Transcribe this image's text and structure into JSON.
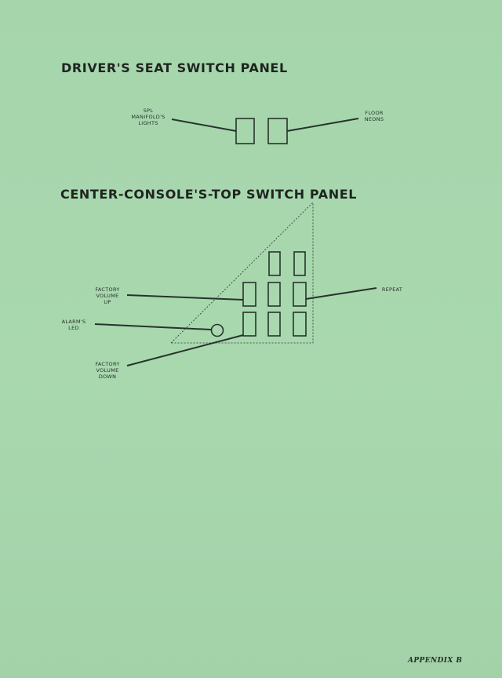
{
  "page": {
    "background": "#a7d6ad",
    "ink": "#1f2a24"
  },
  "section1": {
    "title": "DRIVER'S SEAT SWITCH PANEL",
    "labels": {
      "spl_lights": [
        "SPL",
        "MANIFOLD'S",
        "LIGHTS"
      ],
      "floor_neons": [
        "FLOOR",
        "NEONS"
      ]
    }
  },
  "section2": {
    "title": "CENTER-CONSOLE'S-TOP SWITCH PANEL",
    "labels": {
      "factory_volume_up": [
        "FACTORY",
        "VOLUME",
        "UP"
      ],
      "alarm_led": [
        "ALARM'S",
        "LED"
      ],
      "factory_volume_down": [
        "FACTORY",
        "VOLUME",
        "DOWN"
      ],
      "repeat": [
        "REPEAT"
      ]
    }
  },
  "footer": {
    "appendix": "APPENDIX B"
  }
}
